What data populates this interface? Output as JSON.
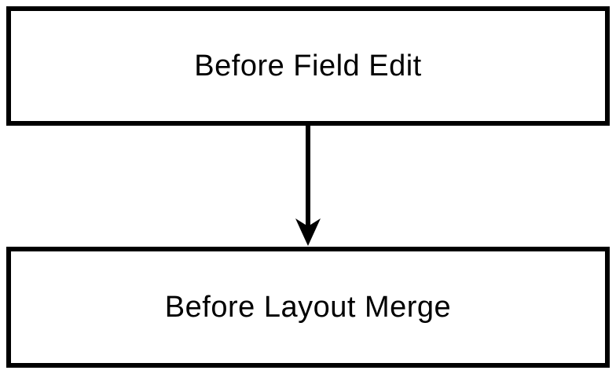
{
  "diagram": {
    "type": "flowchart",
    "nodes": [
      {
        "id": "before-field-edit",
        "label": "Before Field Edit"
      },
      {
        "id": "before-layout-merge",
        "label": "Before Layout Merge"
      }
    ],
    "edges": [
      {
        "from": "before-field-edit",
        "to": "before-layout-merge",
        "direction": "down",
        "style": "solid-arrow"
      }
    ],
    "colors": {
      "border": "#000000",
      "background": "#ffffff",
      "text": "#000000",
      "arrow": "#000000"
    }
  }
}
